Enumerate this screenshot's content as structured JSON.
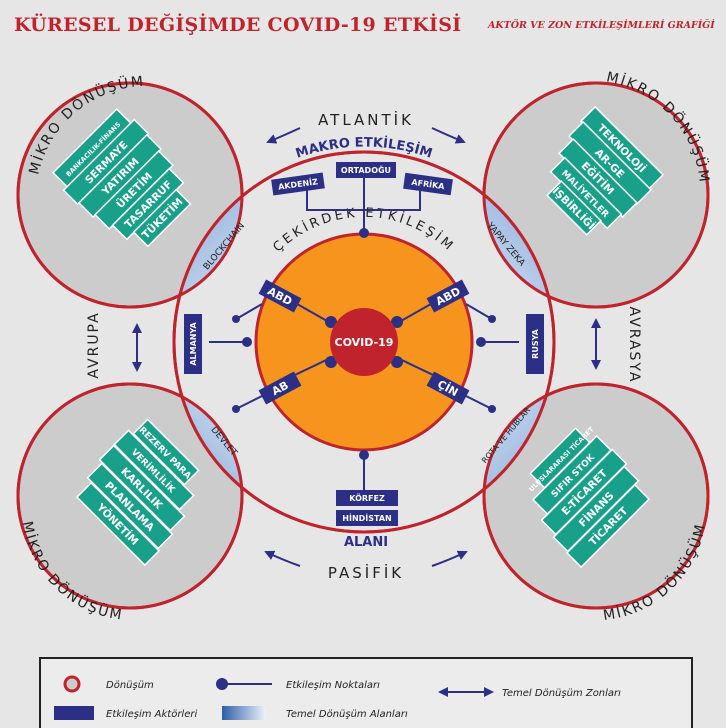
{
  "title": "KÜRESEL DEĞİŞİMDE COVID-19 ETKİSİ",
  "subtitle": "AKTÖR VE ZON ETKİLEŞİMLERİ GRAFİĞİ",
  "center_label": "COVID-19",
  "core_label": "ÇEKİRDEK ETKİLEŞİM",
  "macro_label": "MAKRO ETKİLEŞİM",
  "area_label": "ALANI",
  "macro_actors": {
    "akdeniz": "AKDENİZ",
    "ortadogu": "ORTADOĞU",
    "afrika": "AFRİKA",
    "korfez": "KÖRFEZ",
    "hindistan": "HİNDİSTAN",
    "almanya": "ALMANYA",
    "rusya": "RUSYA"
  },
  "core_actors": {
    "abd_left": "ABD",
    "abd_right": "ABD",
    "ab": "AB",
    "cin": "ÇİN"
  },
  "zones": {
    "atlantik": "ATLANTİK",
    "pasifik": "PASİFİK",
    "avrupa": "AVRUPA",
    "avrasya": "AVRASYA"
  },
  "micro": {
    "label": "MİKRO DÖNÜŞÜM",
    "top_left": {
      "items": [
        "BANKACILIK-FİNANS",
        "SERMAYE",
        "YATIRIM",
        "ÜRETİM",
        "TASARRUF",
        "TÜKETİM"
      ],
      "band": "BLOCKCHAIN"
    },
    "top_right": {
      "items": [
        "TEKNOLOJİ",
        "AR-GE",
        "EĞİTİM",
        "MALİYETLER",
        "İŞBİRLİĞİ"
      ],
      "band": "YAPAY ZEKA"
    },
    "bottom_left": {
      "items": [
        "REZERV PARA",
        "VERİMLİLİK",
        "KARLILIK",
        "PLANLAMA",
        "YÖNETİM"
      ],
      "band": "DEVLET"
    },
    "bottom_right": {
      "items": [
        "ULUSLARARASI TİCARET",
        "SIFIR STOK",
        "E-TİCARET",
        "FİNANS",
        "TİCARET"
      ],
      "band": "ROTA VE HUBLAR"
    }
  },
  "legend": {
    "donusum": "Dönüşüm",
    "etkilesim_noktalari": "Etkileşim Noktaları",
    "temel_donusum_zonlari": "Temel Dönüşüm Zonları",
    "etkilesim_aktorleri": "Etkileşim Aktörleri",
    "temel_donusum_alanlari": "Temel Dönüşüm Alanları"
  },
  "colors": {
    "red": "#c0232b",
    "navy": "#2b2f86",
    "teal": "#19a08a",
    "orange": "#f7941d",
    "gray_circle": "#cccccc"
  }
}
